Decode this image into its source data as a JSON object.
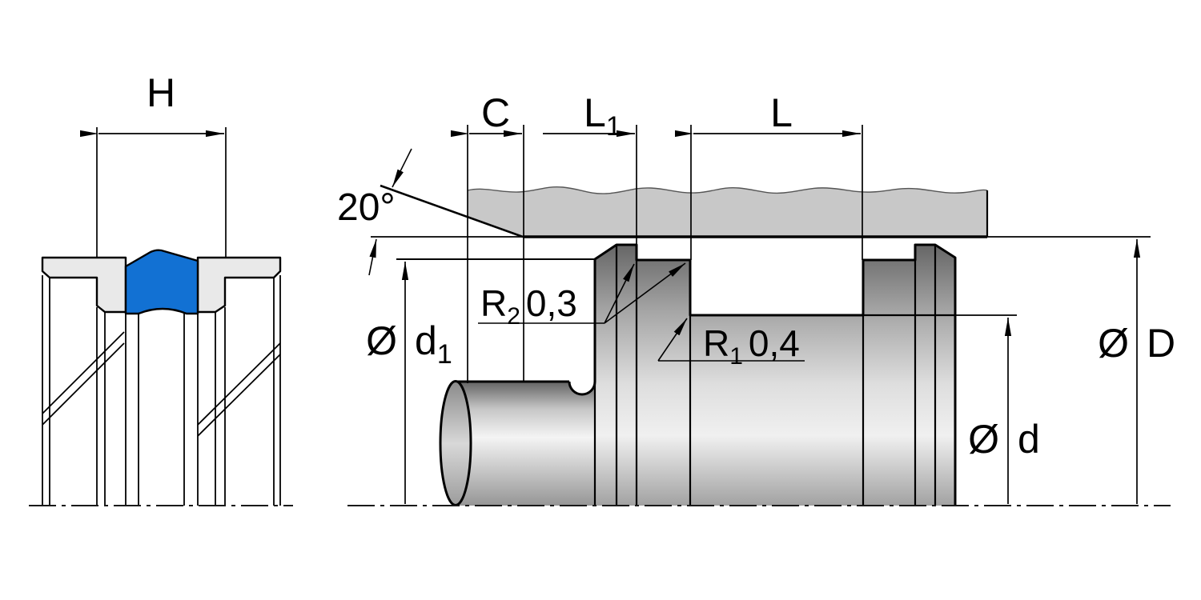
{
  "seal_view": {
    "width_label": "H"
  },
  "groove_view": {
    "chamfer_length_label": "C",
    "l1_label": {
      "base": "L",
      "sub": "1"
    },
    "groove_length_label": "L",
    "chamfer_angle": "20°",
    "r2": {
      "base": "R",
      "sub": "2",
      "value": "0,3"
    },
    "r1": {
      "base": "R",
      "sub": "1",
      "value": "0,4"
    },
    "diameter_symbol": "Ø",
    "dia_d1": {
      "base": "d",
      "sub": "1"
    },
    "dia_d": {
      "base": "d"
    },
    "dia_D": {
      "base": "D"
    }
  },
  "colors": {
    "seal_blue": "#1271d3",
    "housing_gray": "#c8c8c8",
    "ring_gray": "#e9e9e9"
  }
}
